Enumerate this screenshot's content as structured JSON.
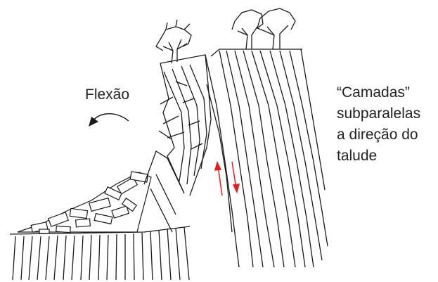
{
  "diagram": {
    "flexion_label": "Flexão",
    "layers_label_lines": [
      "“Camadas”",
      "subparalelas",
      "a direção do",
      "talude"
    ]
  },
  "colors": {
    "line": "#1a1a1a",
    "arrow_red": "#e02020",
    "background": "#ffffff"
  },
  "icons": {
    "rotation": "curved-arrow-counterclockwise-icon",
    "shear": "opposing-arrows-icon"
  }
}
